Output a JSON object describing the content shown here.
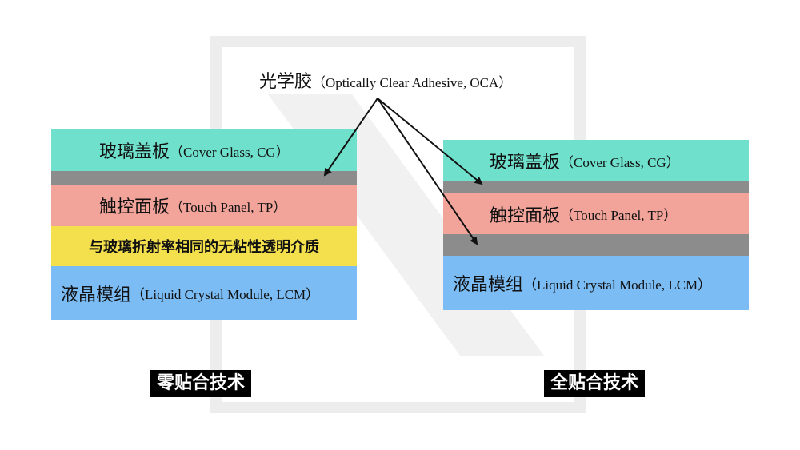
{
  "oca_label": {
    "zh": "光学胶",
    "en": "（Optically Clear Adhesive, OCA）"
  },
  "left": {
    "caption": "零贴合技术",
    "cover_glass": {
      "zh": "玻璃盖板",
      "en": "（Cover Glass, CG）"
    },
    "touch_panel": {
      "zh": "触控面板",
      "en": "（Touch Panel, TP）"
    },
    "medium": "与玻璃折射率相同的无粘性透明介质",
    "lcm": {
      "zh": "液晶模组",
      "en": "（Liquid Crystal Module, LCM）"
    }
  },
  "right": {
    "caption": "全贴合技术",
    "cover_glass": {
      "zh": "玻璃盖板",
      "en": "（Cover Glass, CG）"
    },
    "touch_panel": {
      "zh": "触控面板",
      "en": "（Touch Panel, TP）"
    },
    "lcm": {
      "zh": "液晶模组",
      "en": "（Liquid Crystal Module, LCM）"
    }
  },
  "colors": {
    "cover_glass": "#6ee0cc",
    "adhesive": "#8c8c8c",
    "touch_panel": "#f2a39a",
    "medium": "#f4e04d",
    "lcm": "#7bbcf5",
    "watermark": "#ececec"
  }
}
